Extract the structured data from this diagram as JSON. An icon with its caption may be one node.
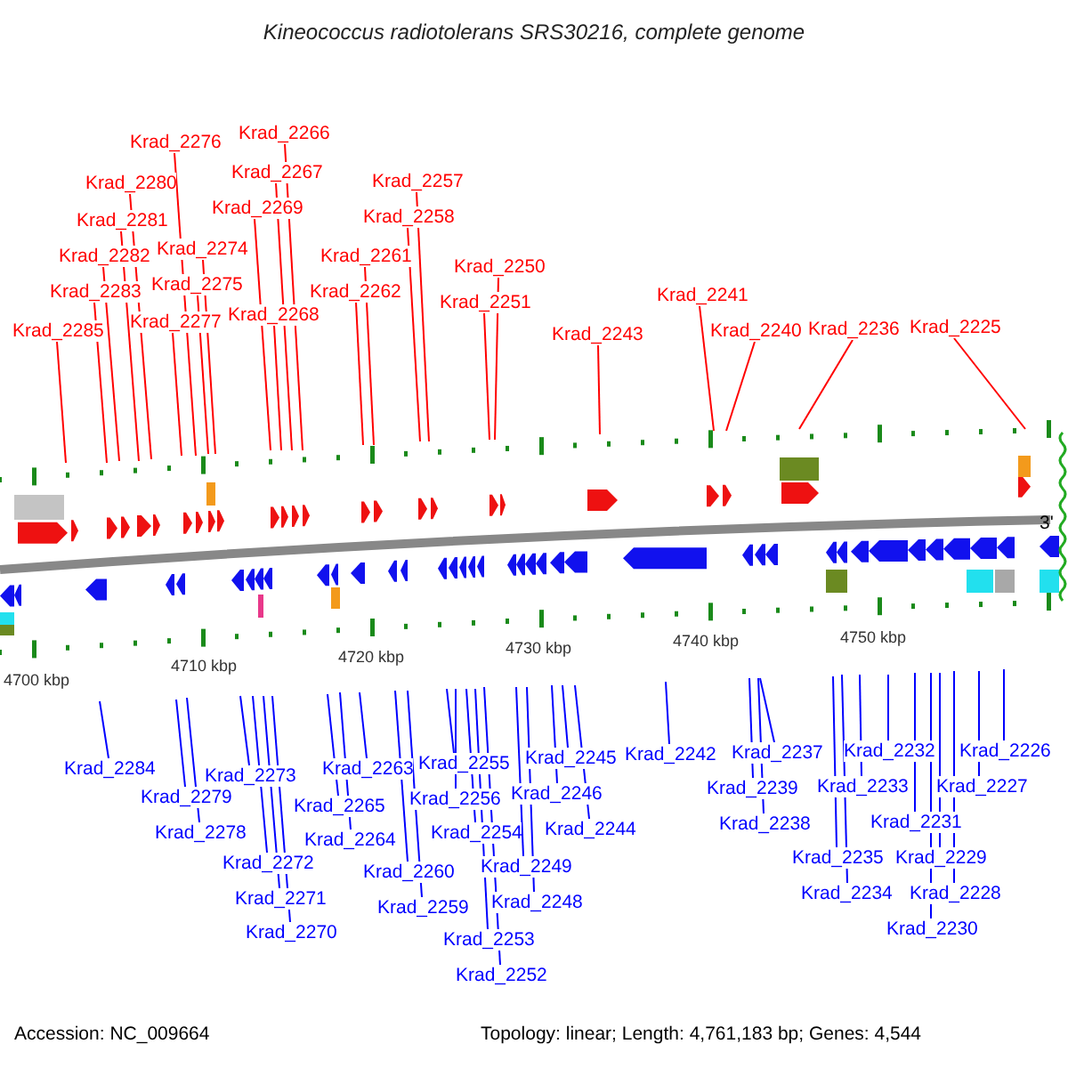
{
  "diagram": {
    "title": "Kineococcus radiotolerans SRS30216, complete genome",
    "nodes": [
      {
        "text": [
          "Krad_2266"
        ]
      },
      {
        "text": [
          "Krad_2276"
        ]
      },
      {
        "text": [
          "Krad_2267"
        ]
      },
      {
        "text": [
          "Krad_2257"
        ]
      },
      {
        "text": [
          "Krad_2280"
        ]
      },
      {
        "text": [
          "Krad_2269"
        ]
      },
      {
        "text": [
          "Krad_2258"
        ]
      },
      {
        "text": [
          "Krad_2281"
        ]
      },
      {
        "text": [
          "Krad_2274"
        ]
      },
      {
        "text": [
          "Krad_2282"
        ]
      },
      {
        "text": [
          "Krad_2261"
        ]
      },
      {
        "text": [
          "Krad_2250"
        ]
      },
      {
        "text": [
          "Krad_2275"
        ]
      },
      {
        "text": [
          "Krad_2283"
        ]
      },
      {
        "text": [
          "Krad_2262"
        ]
      },
      {
        "text": [
          "Krad_2241"
        ]
      },
      {
        "text": [
          "Krad_2251"
        ]
      },
      {
        "text": [
          "Krad_2268"
        ]
      },
      {
        "text": [
          "Krad_2277"
        ]
      },
      {
        "text": [
          "Krad_2225"
        ]
      },
      {
        "text": [
          "Krad_2236"
        ]
      },
      {
        "text": [
          "Krad_2285"
        ]
      },
      {
        "text": [
          "Krad_2240"
        ]
      },
      {
        "text": [
          "Krad_2243"
        ]
      },
      {
        "text": [
          "Krad_2226"
        ]
      },
      {
        "text": [
          "Krad_2232"
        ]
      },
      {
        "text": [
          "Krad_2237"
        ]
      },
      {
        "text": [
          "Krad_2242"
        ]
      },
      {
        "text": [
          "Krad_2284"
        ]
      },
      {
        "text": [
          "Krad_2245"
        ]
      },
      {
        "text": [
          "Krad_2255"
        ]
      },
      {
        "text": [
          "Krad_2263"
        ]
      },
      {
        "text": [
          "Krad_2273"
        ]
      },
      {
        "text": [
          "Krad_2239"
        ]
      },
      {
        "text": [
          "Krad_2233"
        ]
      },
      {
        "text": [
          "Krad_2227"
        ]
      },
      {
        "text": [
          "Krad_2246"
        ]
      },
      {
        "text": [
          "Krad_2279"
        ]
      },
      {
        "text": [
          "Krad_2256"
        ]
      },
      {
        "text": [
          "Krad_2265"
        ]
      },
      {
        "text": [
          "Krad_2238"
        ]
      },
      {
        "text": [
          "Krad_2231"
        ]
      },
      {
        "text": [
          "Krad_2244"
        ]
      },
      {
        "text": [
          "Krad_2278"
        ]
      },
      {
        "text": [
          "Krad_2254"
        ]
      },
      {
        "text": [
          "Krad_2264"
        ]
      },
      {
        "text": [
          "Krad_2235"
        ]
      },
      {
        "text": [
          "Krad_2229"
        ]
      },
      {
        "text": [
          "Krad_2272"
        ]
      },
      {
        "text": [
          "Krad_2249"
        ]
      },
      {
        "text": [
          "Krad_2260"
        ]
      },
      {
        "text": [
          "Krad_2234"
        ]
      },
      {
        "text": [
          "Krad_2228"
        ]
      },
      {
        "text": [
          "Krad_2271"
        ]
      },
      {
        "text": [
          "Krad_2248"
        ]
      },
      {
        "text": [
          "Krad_2259"
        ]
      },
      {
        "text": [
          "Krad_2230"
        ]
      },
      {
        "text": [
          "Krad_2270"
        ]
      },
      {
        "text": [
          "Krad_2253"
        ]
      },
      {
        "text": [
          "Krad_2252"
        ]
      }
    ],
    "edges": [
      {
        "from": 0,
        "to": null,
        "arrow": "none",
        "color": "#ff0000"
      },
      {
        "from": 1,
        "to": null,
        "arrow": "none",
        "color": "#ff0000"
      },
      {
        "from": 2,
        "to": null,
        "arrow": "none",
        "color": "#ff0000"
      },
      {
        "from": 3,
        "to": null,
        "arrow": "none",
        "color": "#ff0000"
      },
      {
        "from": 4,
        "to": null,
        "arrow": "none",
        "color": "#ff0000"
      },
      {
        "from": 5,
        "to": null,
        "arrow": "none",
        "color": "#ff0000"
      },
      {
        "from": 6,
        "to": null,
        "arrow": "none",
        "color": "#ff0000"
      },
      {
        "from": 7,
        "to": null,
        "arrow": "none",
        "color": "#ff0000"
      },
      {
        "from": 8,
        "to": null,
        "arrow": "none",
        "color": "#ff0000"
      },
      {
        "from": 9,
        "to": null,
        "arrow": "none",
        "color": "#ff0000"
      },
      {
        "from": 10,
        "to": null,
        "arrow": "none",
        "color": "#ff0000"
      },
      {
        "from": 11,
        "to": null,
        "arrow": "none",
        "color": "#ff0000"
      },
      {
        "from": 12,
        "to": null,
        "arrow": "none",
        "color": "#ff0000"
      },
      {
        "from": 13,
        "to": null,
        "arrow": "none",
        "color": "#ff0000"
      },
      {
        "from": 14,
        "to": null,
        "arrow": "none",
        "color": "#ff0000"
      },
      {
        "from": 15,
        "to": null,
        "arrow": "none",
        "color": "#ff0000"
      },
      {
        "from": 16,
        "to": null,
        "arrow": "none",
        "color": "#ff0000"
      },
      {
        "from": 17,
        "to": null,
        "arrow": "none",
        "color": "#ff0000"
      },
      {
        "from": 18,
        "to": null,
        "arrow": "none",
        "color": "#ff0000"
      },
      {
        "from": 19,
        "to": null,
        "arrow": "none",
        "color": "#ff0000"
      },
      {
        "from": 20,
        "to": null,
        "arrow": "none",
        "color": "#ff0000"
      },
      {
        "from": 21,
        "to": null,
        "arrow": "none",
        "color": "#ff0000"
      },
      {
        "from": 22,
        "to": null,
        "arrow": "none",
        "color": "#ff0000"
      },
      {
        "from": 23,
        "to": null,
        "arrow": "none",
        "color": "#ff0000"
      },
      {
        "from": 24,
        "to": null,
        "arrow": "none"
      },
      {
        "from": 25,
        "to": null,
        "arrow": "none"
      },
      {
        "from": 26,
        "to": null,
        "arrow": "none"
      },
      {
        "from": 27,
        "to": null,
        "arrow": "none"
      },
      {
        "from": 28,
        "to": null,
        "arrow": "none"
      },
      {
        "from": 29,
        "to": null,
        "arrow": "none"
      },
      {
        "from": 30,
        "to": null,
        "arrow": "none"
      },
      {
        "from": 31,
        "to": null,
        "arrow": "none"
      },
      {
        "from": 32,
        "to": null,
        "arrow": "none"
      },
      {
        "from": 33,
        "to": null,
        "arrow": "none"
      },
      {
        "from": 34,
        "to": null,
        "arrow": "none"
      },
      {
        "from": 35,
        "to": null,
        "arrow": "none"
      },
      {
        "from": 36,
        "to": null,
        "arrow": "none"
      },
      {
        "from": 37,
        "to": null,
        "arrow": "none"
      },
      {
        "from": 38,
        "to": null,
        "arrow": "none"
      },
      {
        "from": 39,
        "to": null,
        "arrow": "none"
      },
      {
        "from": 40,
        "to": null,
        "arrow": "none"
      },
      {
        "from": 41,
        "to": null,
        "arrow": "none"
      },
      {
        "from": 42,
        "to": null,
        "arrow": "none"
      },
      {
        "from": 43,
        "to": null,
        "arrow": "none"
      },
      {
        "from": 44,
        "to": null,
        "arrow": "none"
      },
      {
        "from": 45,
        "to": null,
        "arrow": "none"
      },
      {
        "from": 46,
        "to": null,
        "arrow": "none"
      },
      {
        "from": 47,
        "to": null,
        "arrow": "none"
      },
      {
        "from": 48,
        "to": null,
        "arrow": "none"
      },
      {
        "from": 49,
        "to": null,
        "arrow": "none"
      },
      {
        "from": 50,
        "to": null,
        "arrow": "none"
      },
      {
        "from": 51,
        "to": null,
        "arrow": "none"
      },
      {
        "from": 52,
        "to": null,
        "arrow": "none"
      },
      {
        "from": 53,
        "to": null,
        "arrow": "none"
      },
      {
        "from": 54,
        "to": null,
        "arrow": "none"
      },
      {
        "from": 55,
        "to": null,
        "arrow": "none"
      },
      {
        "from": 56,
        "to": null,
        "arrow": "none"
      },
      {
        "from": 57,
        "to": null,
        "arrow": "none"
      },
      {
        "from": 58,
        "to": null,
        "arrow": "none"
      },
      {
        "from": 59,
        "to": null,
        "arrow": "none"
      }
    ],
    "labels": [
      "3'",
      "4700 kbp",
      "4710 kbp",
      "4720 kbp",
      "4730 kbp",
      "4740 kbp",
      "4750 kbp",
      "Accession: NC_009664",
      "Topology: linear; Length: 4,761,183 bp; Genes: 4,544"
    ]
  }
}
